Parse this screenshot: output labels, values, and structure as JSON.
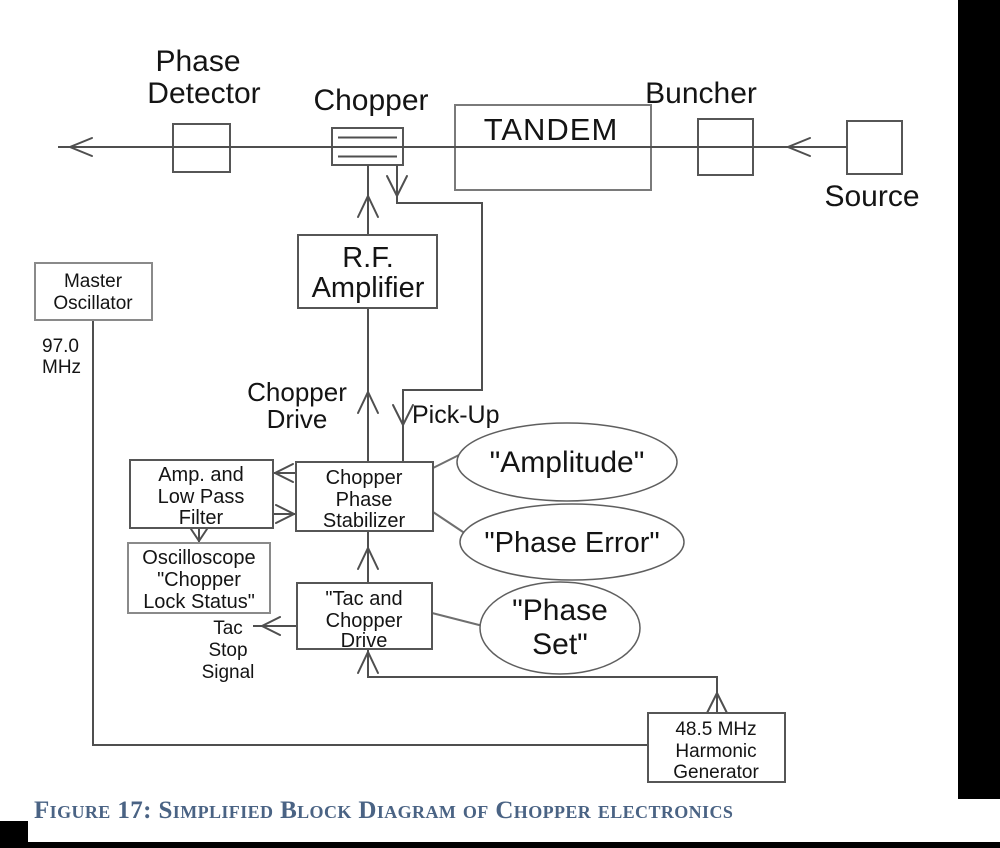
{
  "beamline_labels": {
    "phase_detector": [
      "Phase",
      "Detector"
    ],
    "chopper": "Chopper",
    "tandem": "TANDEM",
    "buncher": "Buncher",
    "source": "Source"
  },
  "boxes": {
    "master_oscillator": [
      "Master",
      "Oscillator"
    ],
    "rf_amplifier": [
      "R.F.",
      "Amplifier"
    ],
    "amp_low_pass_filter": [
      "Amp. and",
      "Low Pass",
      "Filter"
    ],
    "chopper_phase_stabilizer": [
      "Chopper",
      "Phase",
      "Stabilizer"
    ],
    "oscilloscope_lock_status": [
      "Oscilloscope",
      "\"Chopper",
      "Lock Status\""
    ],
    "tac_and_chopper_drive": [
      "\"Tac and",
      "Chopper",
      "Drive"
    ],
    "harmonic_generator": [
      "48.5 MHz",
      "Harmonic",
      "Generator"
    ]
  },
  "ellipse_labels": {
    "amplitude": "\"Amplitude\"",
    "phase_error": "\"Phase Error\"",
    "phase_set": [
      "\"Phase",
      "Set\""
    ]
  },
  "signal_labels": {
    "master_freq": [
      "97.0",
      "MHz"
    ],
    "chopper_drive": [
      "Chopper",
      "Drive"
    ],
    "pick_up": "Pick-Up",
    "tac_stop_signal": [
      "Tac",
      "Stop",
      "Signal"
    ]
  },
  "caption": "Figure 17: Simplified Block Diagram of Chopper electronics",
  "colors": {
    "diagram_line": "#4f4f4f",
    "box_border": "#565656",
    "light_box_border": "#8a8a8a",
    "text": "#141414",
    "caption_text": "#4a6384",
    "redaction_bar": "#000000"
  }
}
